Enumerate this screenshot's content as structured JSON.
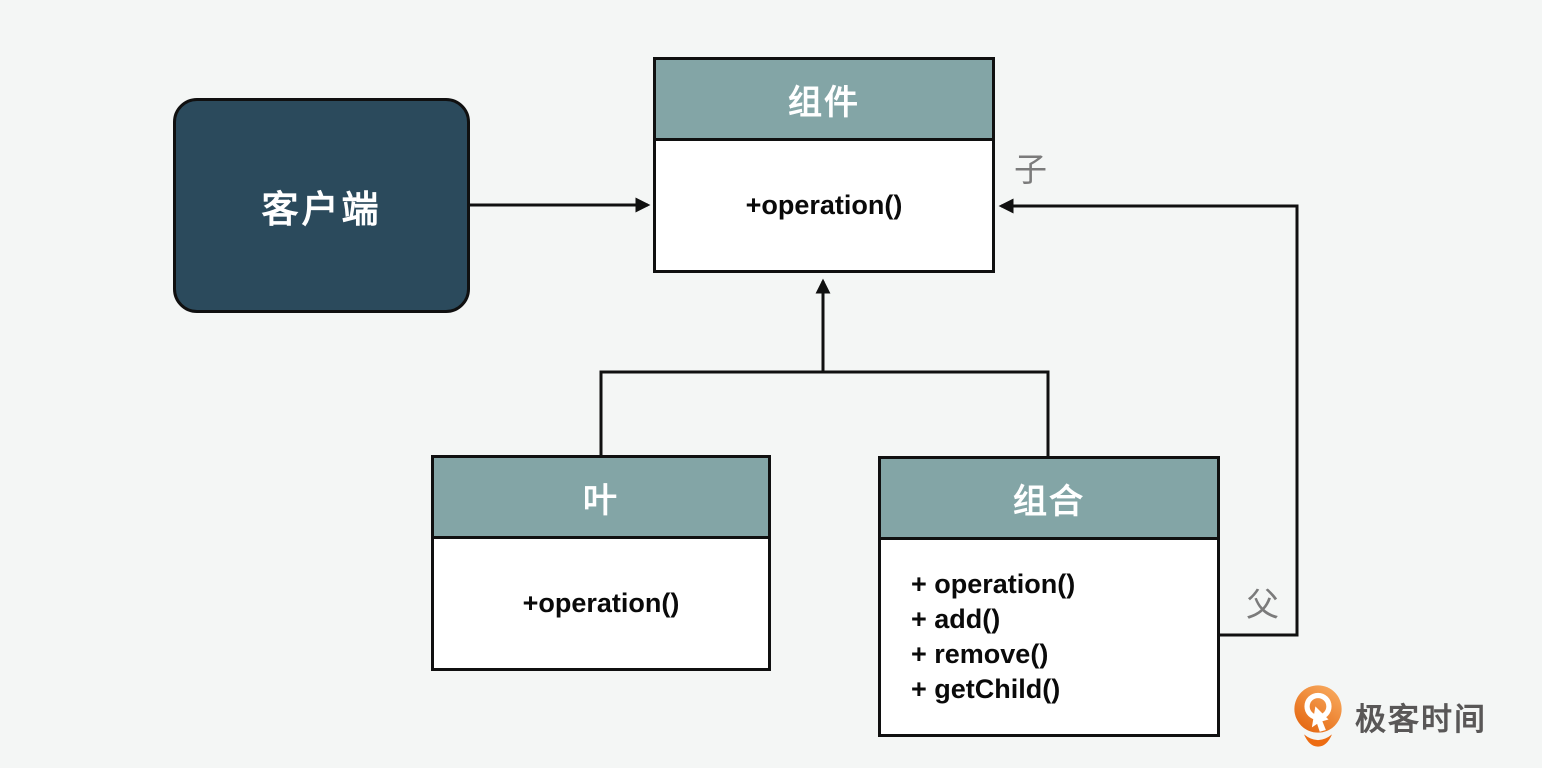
{
  "diagram": {
    "title_semantic": "composite-pattern-uml",
    "background_color": "#f4f6f5",
    "line_color": "#101010",
    "header_fill": "#83a5a6",
    "header_text_color": "#ffffff",
    "client": {
      "label": "客户端",
      "fill": "#2b4a5c",
      "text_color": "#ffffff"
    },
    "classes": [
      {
        "id": "component",
        "name": "组件",
        "methods": [
          "+operation()"
        ]
      },
      {
        "id": "leaf",
        "name": "叶",
        "methods": [
          "+operation()"
        ]
      },
      {
        "id": "composite",
        "name": "组合",
        "methods": [
          "+ operation()",
          "+ add()",
          "+ remove()",
          "+ getChild()"
        ]
      }
    ],
    "relation_labels": {
      "child": "子",
      "parent": "父"
    },
    "relation_label_color": "#7b7b7b"
  },
  "branding": {
    "logo_text": "极客时间",
    "logo_orange": "#e8680f",
    "logo_text_color": "#595757"
  }
}
